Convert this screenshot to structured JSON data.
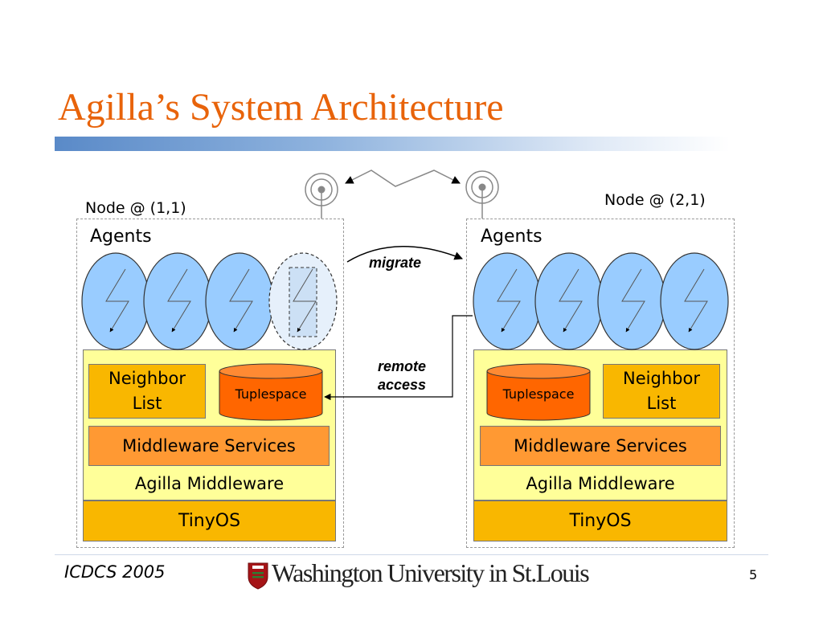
{
  "slide": {
    "title": "Agilla’s System Architecture",
    "footer_conference": "ICDCS 2005",
    "footer_university": "Washington University in St.Louis",
    "page_number": "5"
  },
  "diagram": {
    "arrows": {
      "migrate_label": "migrate",
      "remote_access_line1": "remote",
      "remote_access_line2": "access"
    },
    "nodes": [
      {
        "label": "Node @ (1,1)",
        "agents_label": "Agents",
        "neighbor_line1": "Neighbor",
        "neighbor_line2": "List",
        "tuplespace_label": "Tuplespace",
        "services_label": "Middleware Services",
        "middleware_label": "Agilla Middleware",
        "os_label": "TinyOS"
      },
      {
        "label": "Node @ (2,1)",
        "agents_label": "Agents",
        "neighbor_line1": "Neighbor",
        "neighbor_line2": "List",
        "tuplespace_label": "Tuplespace",
        "services_label": "Middleware Services",
        "middleware_label": "Agilla Middleware",
        "os_label": "TinyOS"
      }
    ]
  },
  "colors": {
    "title": "#e8630a",
    "agent_fill": "#99ccff",
    "middleware_fill": "#ffff99",
    "services_fill": "#ff9933",
    "tinyos_fill": "#f9b700",
    "tuplespace_fill": "#ff6600",
    "university_shield": "#a51417"
  }
}
